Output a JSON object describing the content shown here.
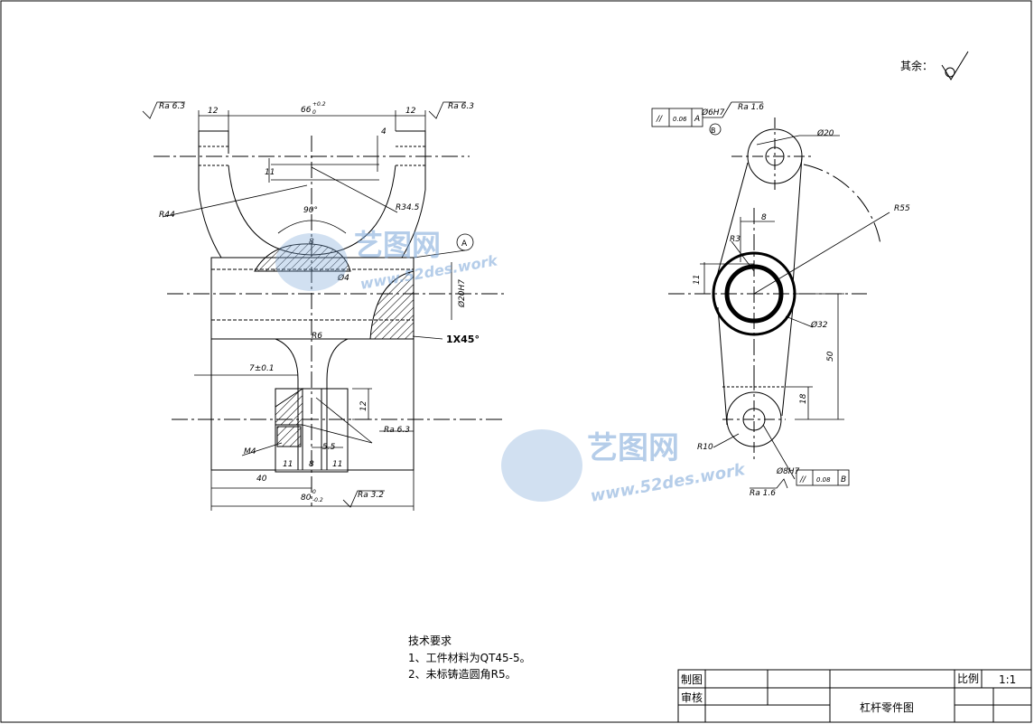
{
  "surface_note": "其余：",
  "dimensions_front": {
    "ra_top_left": "Ra 6.3",
    "ra_top_right": "Ra 6.3",
    "d12_left": "12",
    "d66": "66",
    "d66_tol_up": "+0.2",
    "d66_tol_low": "0",
    "d12_right": "12",
    "d4": "4",
    "d11": "11",
    "r44": "R44",
    "r34_5": "R34.5",
    "angle90": "90°",
    "d8": "8",
    "d_phi4": "Ø4",
    "d_phi20": "Ø20H7",
    "chamfer": "1X45°",
    "r6": "R6",
    "d7": "7±0.1",
    "d12_mid": "12",
    "ra_mid": "Ra 6.3",
    "m4": "M4",
    "d5_5": "5.5",
    "d11_a": "11",
    "d8_b": "8",
    "d11_b": "11",
    "d40": "40",
    "d80": "80",
    "d80_tol_up": "0",
    "d80_tol_low": "-0.2",
    "ra_bottom": "Ra 3.2",
    "datum_a": "A"
  },
  "dimensions_side": {
    "tol_box1_sym": "//",
    "tol_box1_val": "0.06",
    "tol_box1_ref": "A",
    "d_phi6": "Ø6H7",
    "datum_b": "B",
    "ra_top": "Ra 1.6",
    "d_phi20": "Ø20",
    "r55": "R55",
    "d8": "8",
    "r3": "R3",
    "d11": "11",
    "d_phi32": "Ø32",
    "d50": "50",
    "d18": "18",
    "r10": "R10",
    "d_phi8": "Ø8H7",
    "tol_box2_sym": "//",
    "tol_box2_val": "0.08",
    "tol_box2_ref": "B",
    "ra_bottom": "Ra 1.6"
  },
  "tech_requirements": {
    "title": "技术要求",
    "item1": "1、工件材料为QT45-5。",
    "item2": "2、未标铸造圆角R5。"
  },
  "title_block": {
    "drawn": "制图",
    "checked": "审核",
    "scale_label": "比例",
    "scale_value": "1:1",
    "part_name": "杠杆零件图"
  },
  "watermark": {
    "brand": "艺图网",
    "url": "www.52des.work"
  },
  "colors": {
    "line": "#000000",
    "watermark": "#7aa6d8"
  }
}
